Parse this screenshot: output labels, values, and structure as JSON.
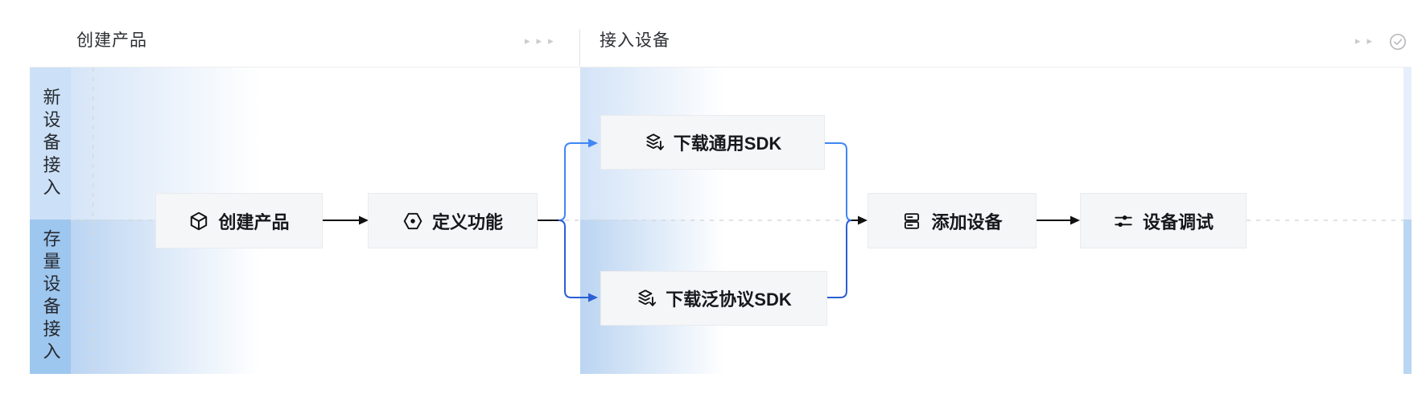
{
  "header": {
    "sections": [
      {
        "title": "创建产品"
      },
      {
        "title": "接入设备"
      }
    ],
    "chevron_glyph": "▸",
    "status_icon": "check-circle"
  },
  "lanes": [
    {
      "label": "新设备接入",
      "color": "#cce1f7"
    },
    {
      "label": "存量设备接入",
      "color": "#9ec7ef"
    }
  ],
  "nodes": [
    {
      "label": "创建产品",
      "icon": "cube-icon"
    },
    {
      "label": "定义功能",
      "icon": "hexagon-dot-icon"
    },
    {
      "label": "下载通用SDK",
      "icon": "layers-download-icon"
    },
    {
      "label": "下载泛协议SDK",
      "icon": "layers-download-icon"
    },
    {
      "label": "添加设备",
      "icon": "stacked-devices-icon"
    },
    {
      "label": "设备调试",
      "icon": "sliders-icon"
    }
  ],
  "colors": {
    "lane1_bg": "#cce1f7",
    "lane2_bg": "#9ec7ef",
    "gradient_blue": "#cee0f6",
    "branch_top_blue": "#3f87f5",
    "branch_bottom_blue": "#2b5fd4",
    "node_bg": "#f5f6f8",
    "node_border": "#e9ebee",
    "arrow_black": "#111111",
    "dashed_gray": "#d6d8db",
    "chevron_gray": "#c9cbce"
  }
}
